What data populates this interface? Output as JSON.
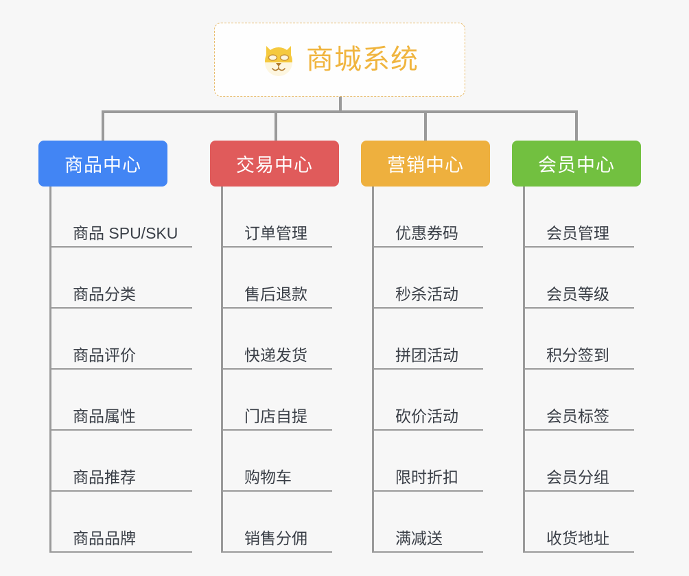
{
  "canvas": {
    "background": "#f7f7f7",
    "connector_color": "#9a9a9a"
  },
  "root": {
    "title": "商城系统",
    "icon": "shiba-dog-icon",
    "text_color": "#f0b53f",
    "border_color": "#e8bb6a",
    "background": "#fefefe"
  },
  "branches": [
    {
      "label": "商品中心",
      "color": "#4285f4",
      "items": [
        "商品 SPU/SKU",
        "商品分类",
        "商品评价",
        "商品属性",
        "商品推荐",
        "商品品牌"
      ]
    },
    {
      "label": "交易中心",
      "color": "#e05b5b",
      "items": [
        "订单管理",
        "售后退款",
        "快递发货",
        "门店自提",
        "购物车",
        "销售分佣"
      ]
    },
    {
      "label": "营销中心",
      "color": "#eeb03e",
      "items": [
        "优惠券码",
        "秒杀活动",
        "拼团活动",
        "砍价活动",
        "限时折扣",
        "满减送"
      ]
    },
    {
      "label": "会员中心",
      "color": "#72c040",
      "items": [
        "会员管理",
        "会员等级",
        "积分签到",
        "会员标签",
        "会员分组",
        "收货地址"
      ]
    }
  ]
}
